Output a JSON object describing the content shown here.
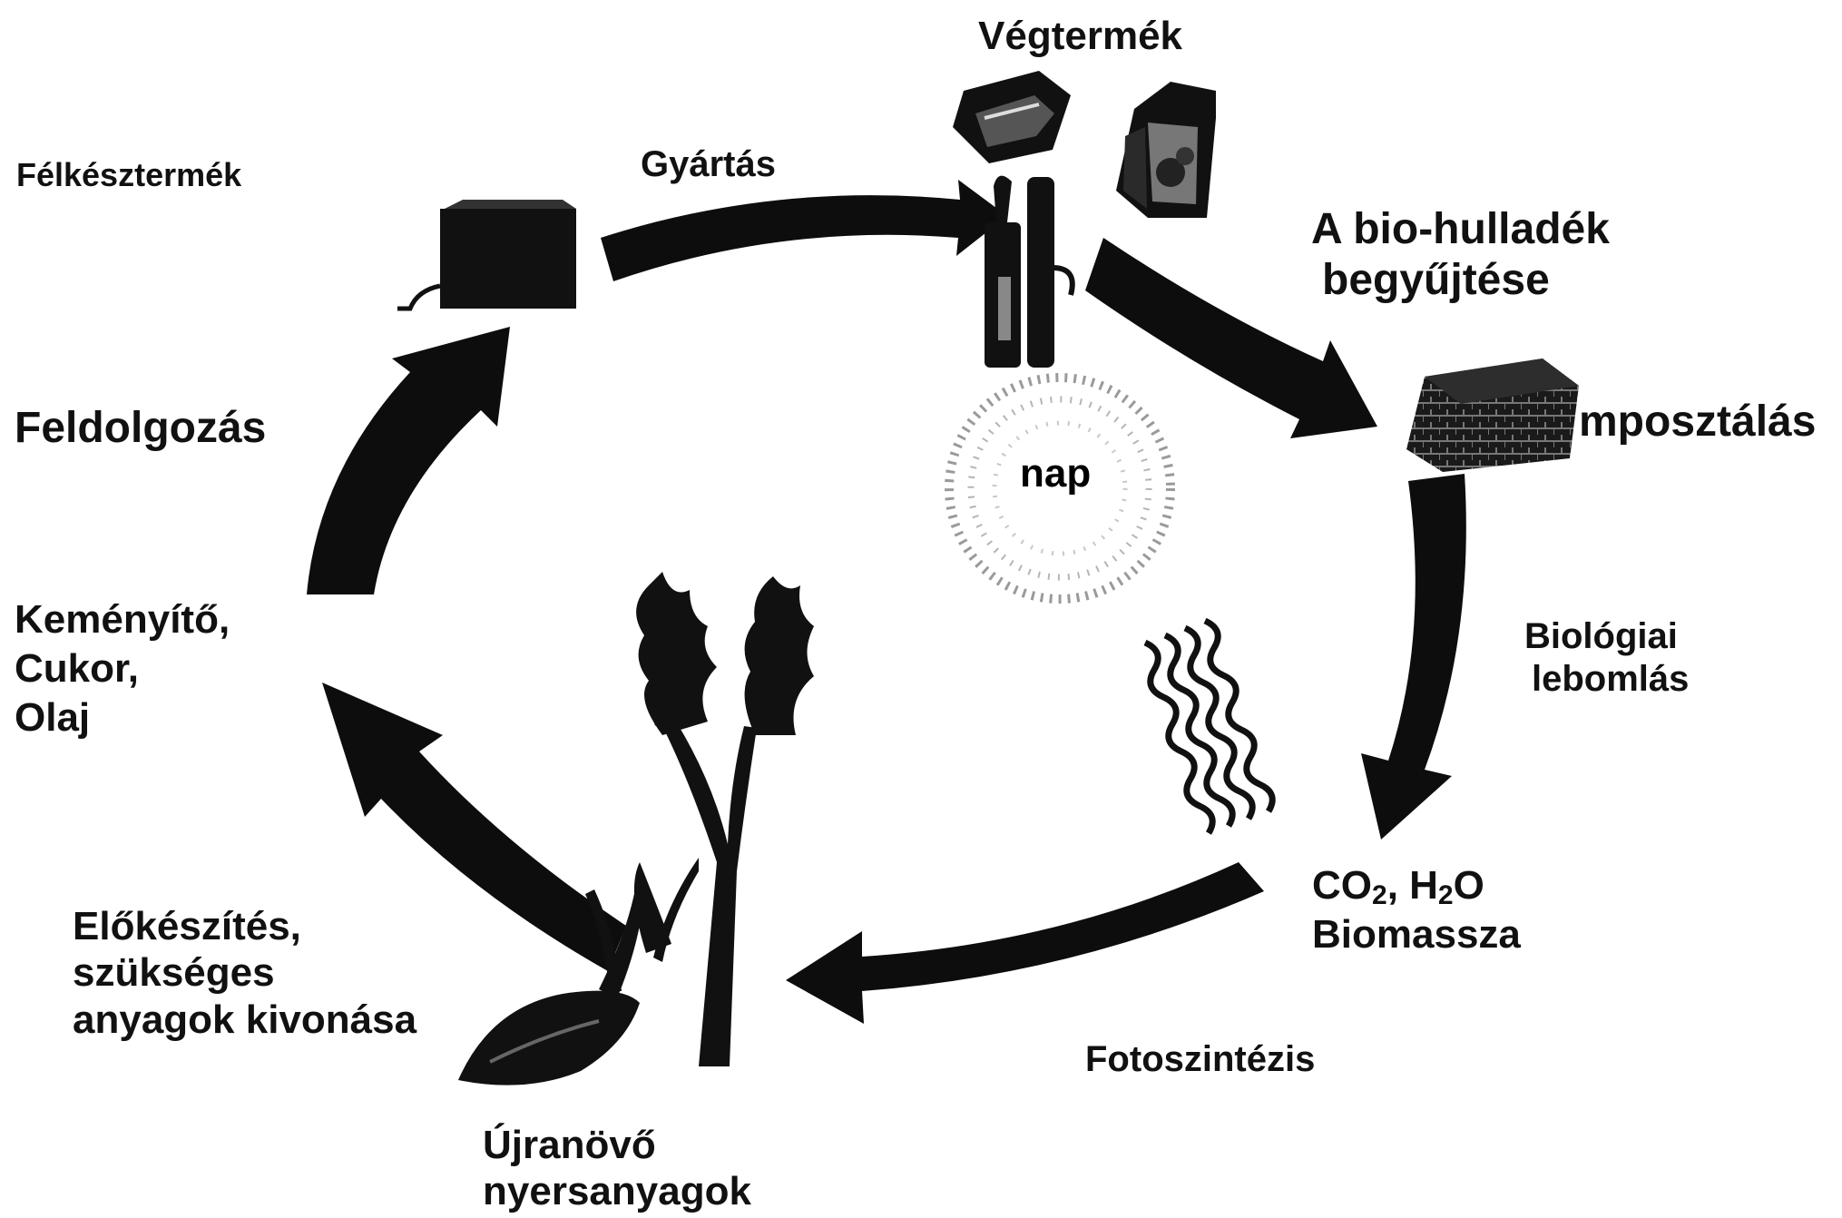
{
  "labels": {
    "vegtermek": "Végtermék",
    "felkesztermek": "Félkésztermék",
    "gyartas": "Gyártás",
    "biohulladek": [
      "A bio-hulladék",
      "begyűjtése"
    ],
    "komposztalas": "mposztálás",
    "feldolgozas": "Feldolgozás",
    "nap": "nap",
    "termekek": [
      "Keményítő,",
      "Cukor,",
      "Olaj"
    ],
    "biologiai": [
      "Biológiai",
      "lebomlás"
    ],
    "co2_prefix": "CO",
    "co2_sub": "2",
    "h2o_prefix": ", H",
    "h2o_sub": "2",
    "h2o_suffix": "O",
    "biomassza": "Biomassza",
    "elokeszites": [
      "Előkészítés,",
      "szükséges",
      "anyagok kivonása"
    ],
    "fotoszintezis": "Fotoszintézis",
    "ujranovo": [
      "Újranövő",
      "nyersanyagok"
    ]
  },
  "colors": {
    "ink": "#111111",
    "arrow": "#0d0d0d",
    "sun": "#9a9a9a",
    "background": "#ffffff"
  },
  "icons": [
    "food-tray-icon",
    "milk-carton-icon",
    "bottles-icon",
    "block-icon",
    "compost-pile-icon",
    "sun-icon",
    "heat-waves-icon",
    "plant-icon",
    "beet-icon"
  ]
}
